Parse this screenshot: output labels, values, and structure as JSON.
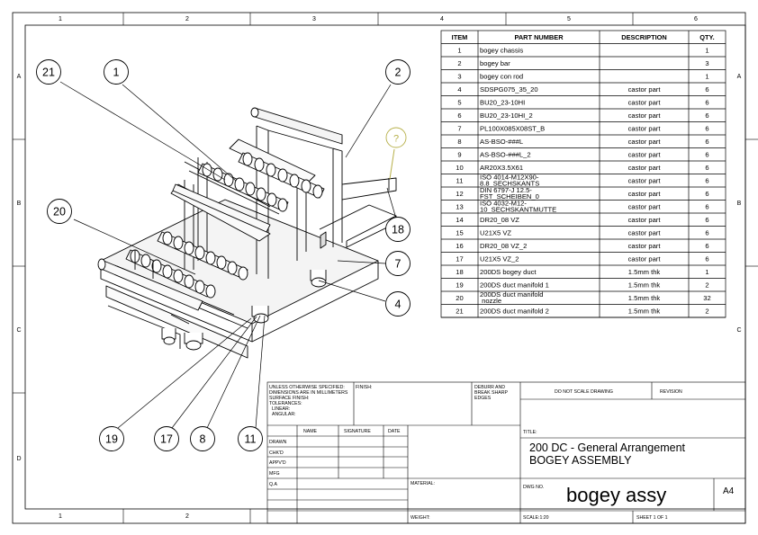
{
  "zones": {
    "columns": [
      "1",
      "2",
      "3",
      "4",
      "5",
      "6"
    ],
    "rows": [
      "A",
      "B",
      "C",
      "D"
    ]
  },
  "bom": {
    "headers": {
      "item": "ITEM",
      "part": "PART NUMBER",
      "desc": "DESCRIPTION",
      "qty": "QTY."
    },
    "rows": [
      {
        "item": "1",
        "part": "bogey chassis",
        "desc": "",
        "qty": "1"
      },
      {
        "item": "2",
        "part": "bogey bar",
        "desc": "",
        "qty": "3"
      },
      {
        "item": "3",
        "part": "bogey con rod",
        "desc": "",
        "qty": "1"
      },
      {
        "item": "4",
        "part": "SDSPG075_35_20",
        "desc": "castor part",
        "qty": "6"
      },
      {
        "item": "5",
        "part": "BU20_23-10HI",
        "desc": "castor part",
        "qty": "6"
      },
      {
        "item": "6",
        "part": "BU20_23-10HI_2",
        "desc": "castor part",
        "qty": "6"
      },
      {
        "item": "7",
        "part": "PL100X085X08ST_B",
        "desc": "castor part",
        "qty": "6"
      },
      {
        "item": "8",
        "part": "AS-BSO-###L",
        "desc": "castor part",
        "qty": "6"
      },
      {
        "item": "9",
        "part": "AS-BSO-###L_2",
        "desc": "castor part",
        "qty": "6"
      },
      {
        "item": "10",
        "part": "AR20X3.5X61",
        "desc": "castor part",
        "qty": "6"
      },
      {
        "item": "11",
        "part": "ISO 4014-M12X90-8.8_SECHSKANTS",
        "desc": "castor part",
        "qty": "6"
      },
      {
        "item": "12",
        "part": "DIN 6797-J 12.5-FST_SCHEIBEN_0",
        "desc": "castor part",
        "qty": "6"
      },
      {
        "item": "13",
        "part": "ISO 4032-M12-10_SECHSKANTMUTTE",
        "desc": "castor part",
        "qty": "6"
      },
      {
        "item": "14",
        "part": "DR20_08 VZ",
        "desc": "castor part",
        "qty": "6"
      },
      {
        "item": "15",
        "part": "U21X5 VZ",
        "desc": "castor part",
        "qty": "6"
      },
      {
        "item": "16",
        "part": "DR20_08 VZ_2",
        "desc": "castor part",
        "qty": "6"
      },
      {
        "item": "17",
        "part": "U21X5 VZ_2",
        "desc": "castor part",
        "qty": "6"
      },
      {
        "item": "18",
        "part": "200DS bogey duct",
        "desc": "1.5mm thk",
        "qty": "1"
      },
      {
        "item": "19",
        "part": "200DS duct manifold 1",
        "desc": "1.5mm thk",
        "qty": "2"
      },
      {
        "item": "20",
        "part": "200DS duct manifold nozzle",
        "desc": "1.5mm thk",
        "qty": "32"
      },
      {
        "item": "21",
        "part": "200DS duct manifold 2",
        "desc": "1.5mm thk",
        "qty": "2"
      }
    ]
  },
  "balloons": [
    {
      "label": "21"
    },
    {
      "label": "1"
    },
    {
      "label": "2"
    },
    {
      "label": "?"
    },
    {
      "label": "20"
    },
    {
      "label": "18"
    },
    {
      "label": "7"
    },
    {
      "label": "4"
    },
    {
      "label": "19"
    },
    {
      "label": "17"
    },
    {
      "label": "8"
    },
    {
      "label": "11"
    }
  ],
  "title_block": {
    "spec_lines": [
      "UNLESS OTHERWISE SPECIFIED:",
      "DIMENSIONS ARE IN MILLIMETERS",
      "SURFACE FINISH:",
      "TOLERANCES:",
      "  LINEAR:",
      "  ANGULAR:"
    ],
    "finish": "FINISH:",
    "deburr_lines": [
      "DEBURR AND",
      "BREAK SHARP",
      "EDGES"
    ],
    "do_not_scale": "DO NOT SCALE DRAWING",
    "revision": "REVISION",
    "col_name": "NAME",
    "col_signature": "SIGNATURE",
    "col_date": "DATE",
    "roles": [
      "DRAWN",
      "CHK'D",
      "APPV'D",
      "MFG",
      "Q.A"
    ],
    "title_label": "TITLE:",
    "title_line1": "200 DC - General Arrangement",
    "title_line2": "BOGEY ASSEMBLY",
    "material": "MATERIAL:",
    "weight": "WEIGHT:",
    "dwg_no_label": "DWG NO.",
    "dwg_no": "bogey assy",
    "size": "A4",
    "scale": "SCALE:1:20",
    "sheet": "SHEET 1 OF 1"
  }
}
